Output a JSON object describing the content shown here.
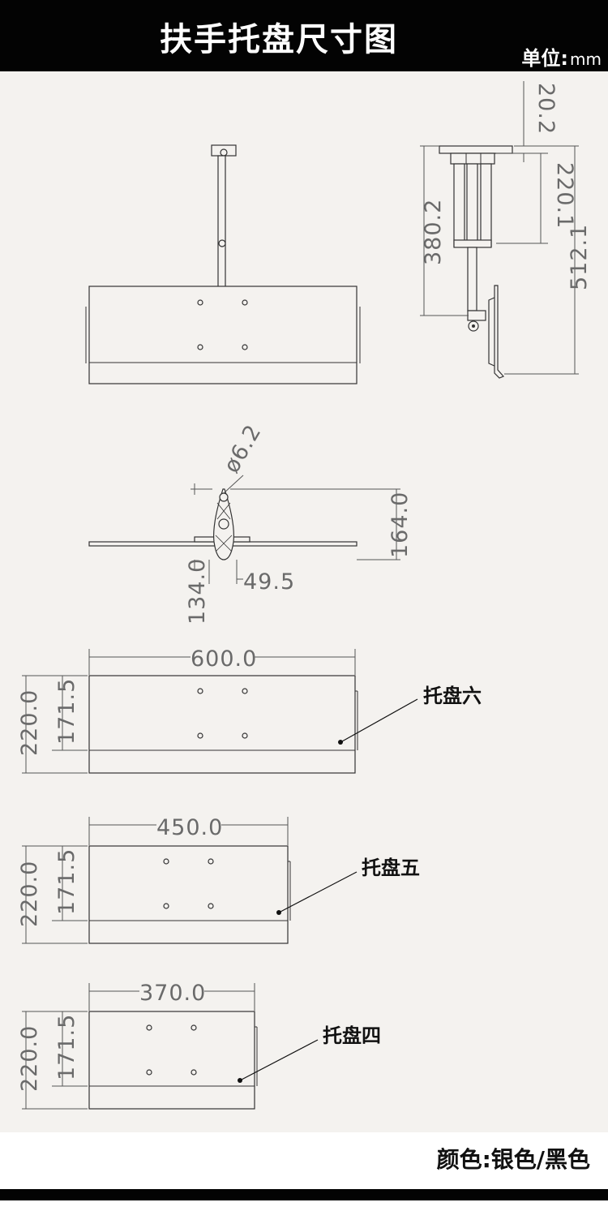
{
  "header": {
    "title": "扶手托盘尺寸图",
    "unit_label": "单位:",
    "unit_value": "mm"
  },
  "colors": {
    "header_bg": "#030303",
    "page_bg": "#f4f2ef",
    "line": "#333333",
    "dimension_text": "#6a6a6a"
  },
  "side_view": {
    "dims": [
      "20.2",
      "220.1",
      "380.2",
      "512.1"
    ]
  },
  "top_view": {
    "dims": [
      "ø6.2",
      "164.0",
      "134.0",
      "49.5"
    ]
  },
  "trays": [
    {
      "label": "托盘六",
      "width": "600.0",
      "height": "220.0",
      "inner": "171.5"
    },
    {
      "label": "托盘五",
      "width": "450.0",
      "height": "220.0",
      "inner": "171.5"
    },
    {
      "label": "托盘四",
      "width": "370.0",
      "height": "220.0",
      "inner": "171.5"
    }
  ],
  "footer": {
    "color_note": "颜色:银色/黑色"
  }
}
